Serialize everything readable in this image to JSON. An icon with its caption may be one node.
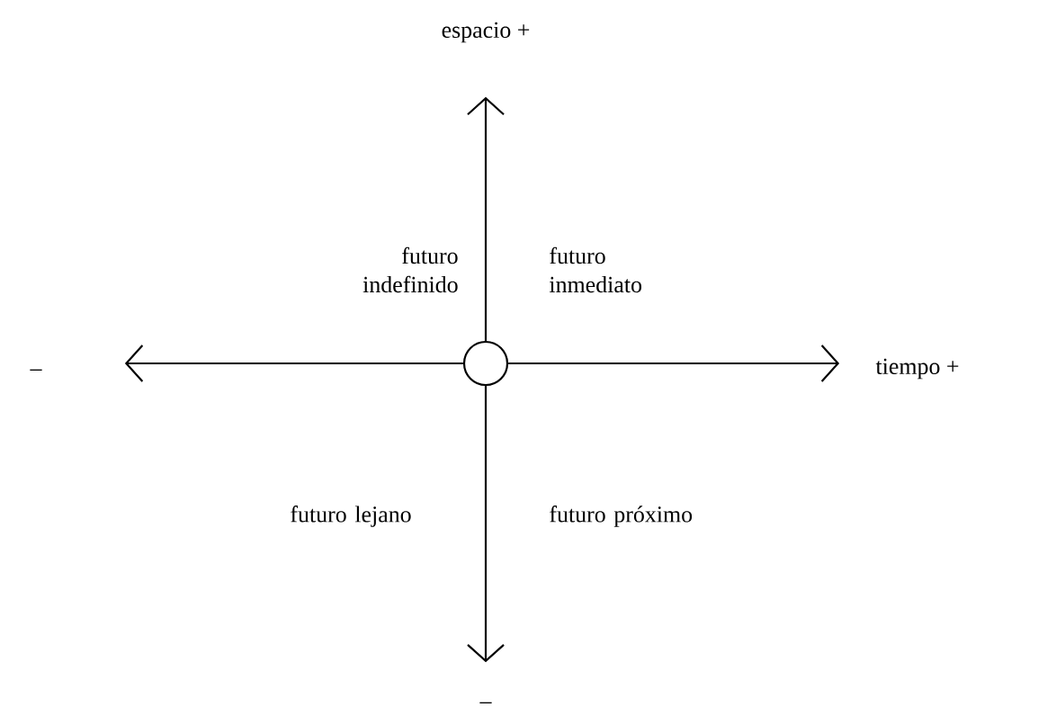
{
  "diagram": {
    "nodes": [
      {
        "text": [],
        "shape": "circle"
      },
      {
        "text": [
          "espacio +"
        ]
      },
      {
        "text": [
          "tiempo +"
        ]
      },
      {
        "text": [
          "–"
        ]
      },
      {
        "text": [
          "–"
        ]
      }
    ],
    "edges": [
      {
        "from": 0,
        "to": 1,
        "arrow": "to"
      },
      {
        "from": 0,
        "to": 2,
        "arrow": "to"
      },
      {
        "from": 0,
        "to": 3,
        "arrow": "to"
      },
      {
        "from": 0,
        "to": 4,
        "arrow": "to"
      }
    ],
    "labels": [
      "futuro indefinido",
      "futuro inmediato",
      "futuro lejano",
      "futuro próximo"
    ]
  }
}
